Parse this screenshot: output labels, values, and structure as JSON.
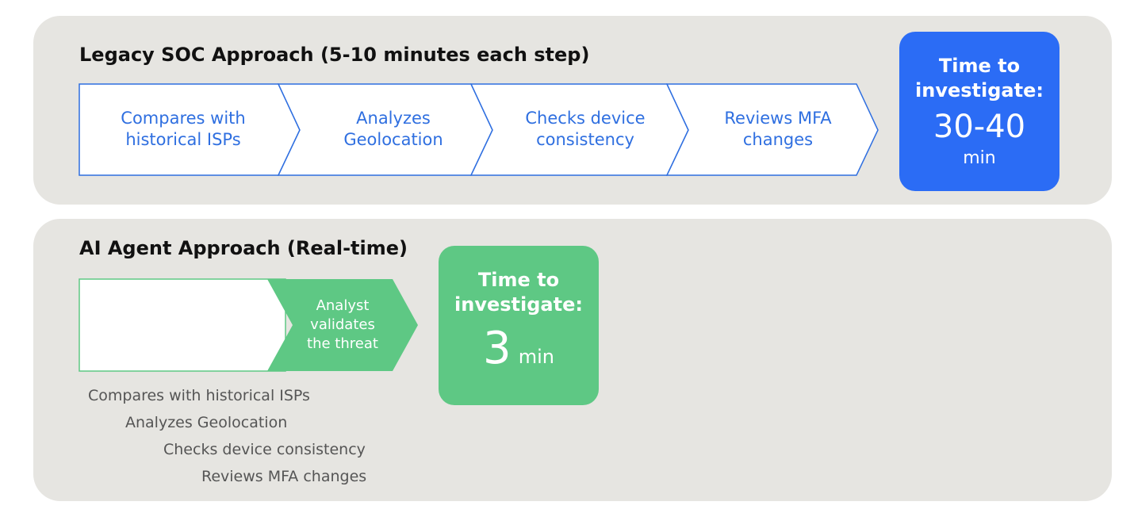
{
  "legacy": {
    "title": "Legacy SOC Approach (5-10 minutes each step)",
    "steps": [
      {
        "label": "Compares with historical ISPs"
      },
      {
        "label": "Analyzes Geolocation"
      },
      {
        "label": "Checks device consistency"
      },
      {
        "label": "Reviews MFA changes"
      }
    ],
    "time": {
      "heading": "Time to investigate:",
      "value": "30-40",
      "unit": "min"
    },
    "colors": {
      "accent": "#2b6cf5",
      "step_text": "#2f6fe0"
    }
  },
  "ai": {
    "title": "AI Agent Approach (Real-time)",
    "agent_step": {
      "label": "Analyst validates the threat"
    },
    "sub_steps": [
      {
        "label": "Compares with historical ISPs"
      },
      {
        "label": "Analyzes Geolocation"
      },
      {
        "label": "Checks device consistency"
      },
      {
        "label": "Reviews MFA changes"
      }
    ],
    "time": {
      "heading": "Time to investigate:",
      "value": "3",
      "unit": "min"
    },
    "colors": {
      "accent": "#5ec884"
    }
  }
}
